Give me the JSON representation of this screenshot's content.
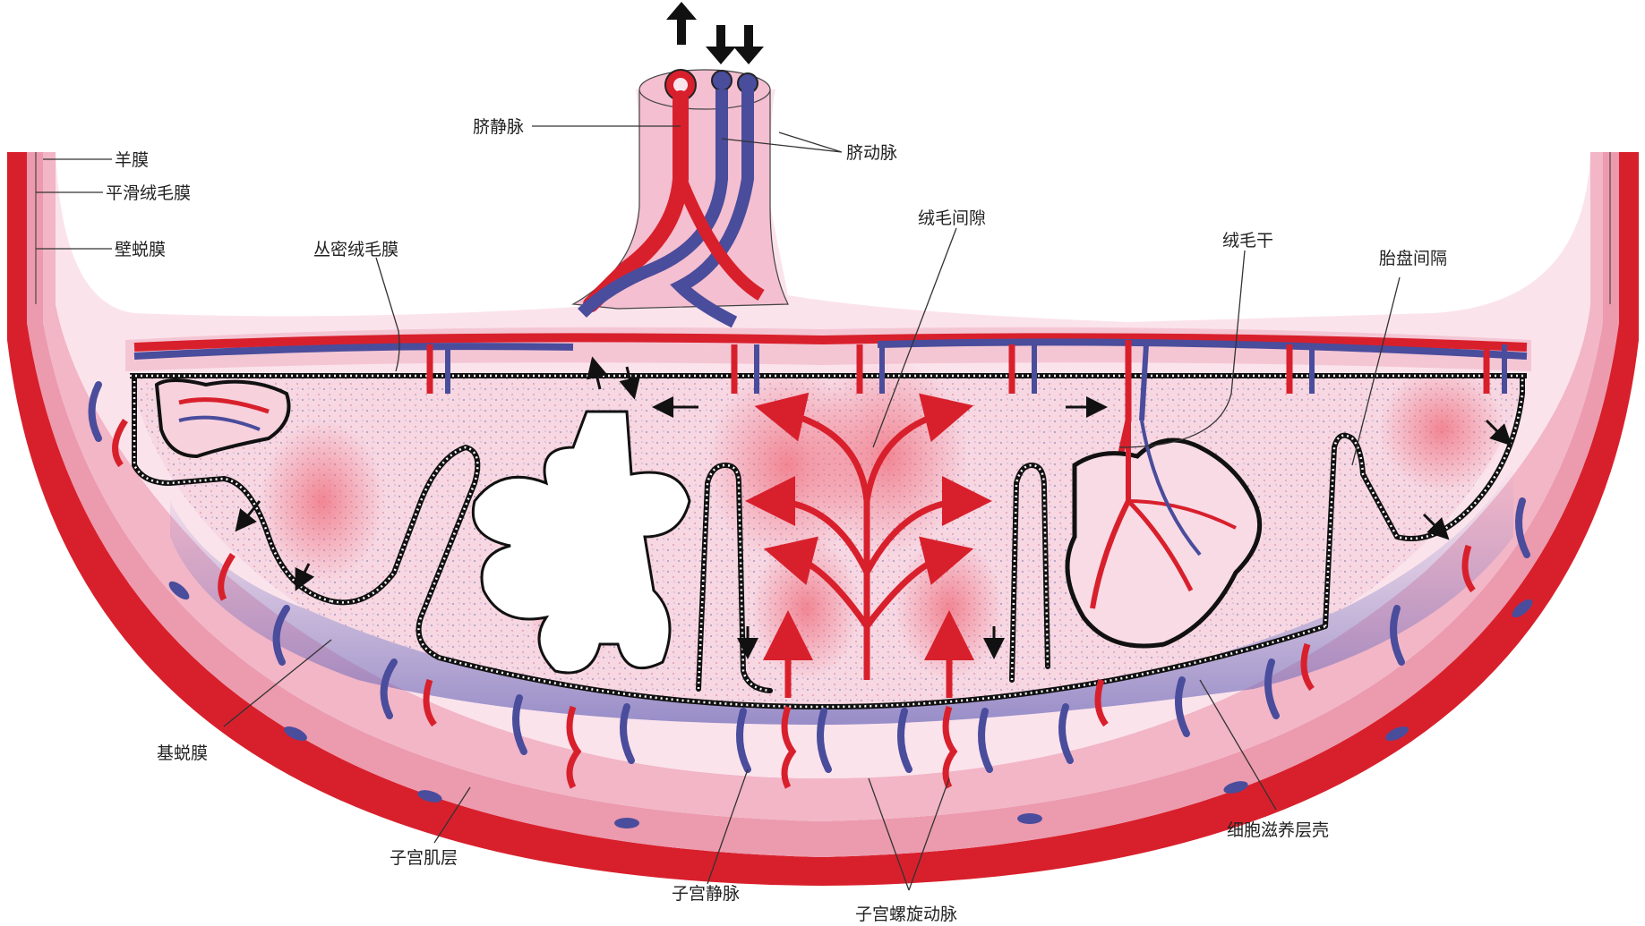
{
  "labels": {
    "amnion": "羊膜",
    "smooth_chorion": "平滑绒毛膜",
    "decidua_capsularis": "壁蜕膜",
    "chorion_frondosum": "丛密绒毛膜",
    "umbilical_vein": "脐静脉",
    "umbilical_artery": "脐动脉",
    "intervillous_space": "绒毛间隙",
    "villus_stem": "绒毛干",
    "placental_septum": "胎盘间隔",
    "decidua_basalis": "基蜕膜",
    "myometrium": "子宫肌层",
    "uterine_vein": "子宫静脉",
    "spiral_artery": "子宫螺旋动脉",
    "cytotrophoblast_shell": "细胞滋养层壳"
  },
  "colors": {
    "artery_red": "#d8202c",
    "vein_blue": "#4a4c9c",
    "tissue_pink": "#f2c3d2",
    "membrane_pink": "#fbe3ec",
    "outer_wall": "#e6475e",
    "outline": "#111111"
  }
}
